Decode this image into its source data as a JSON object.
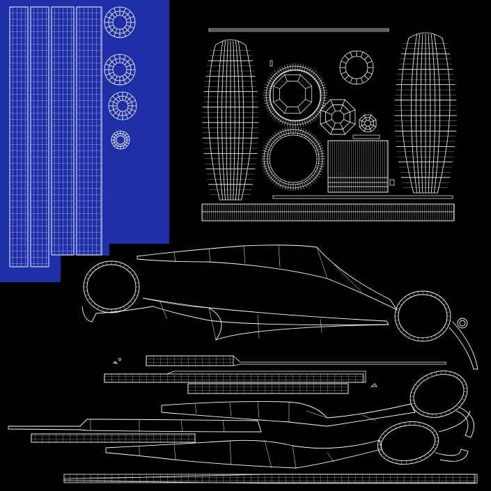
{
  "canvas": {
    "background_color": "#000000",
    "selection_color": "#1f2fa8",
    "wire_color": "#ffffff"
  },
  "uv_islands": {
    "selected_group": "strap-and-ring-islands",
    "unselected_group": "shear-islands",
    "shapes": [
      "vertical-strips",
      "concentric-rings",
      "barrel-islands",
      "gear-rings",
      "octagon-islands",
      "scissor-blade-islands",
      "scissor-ring-handles",
      "grid-strips"
    ]
  }
}
